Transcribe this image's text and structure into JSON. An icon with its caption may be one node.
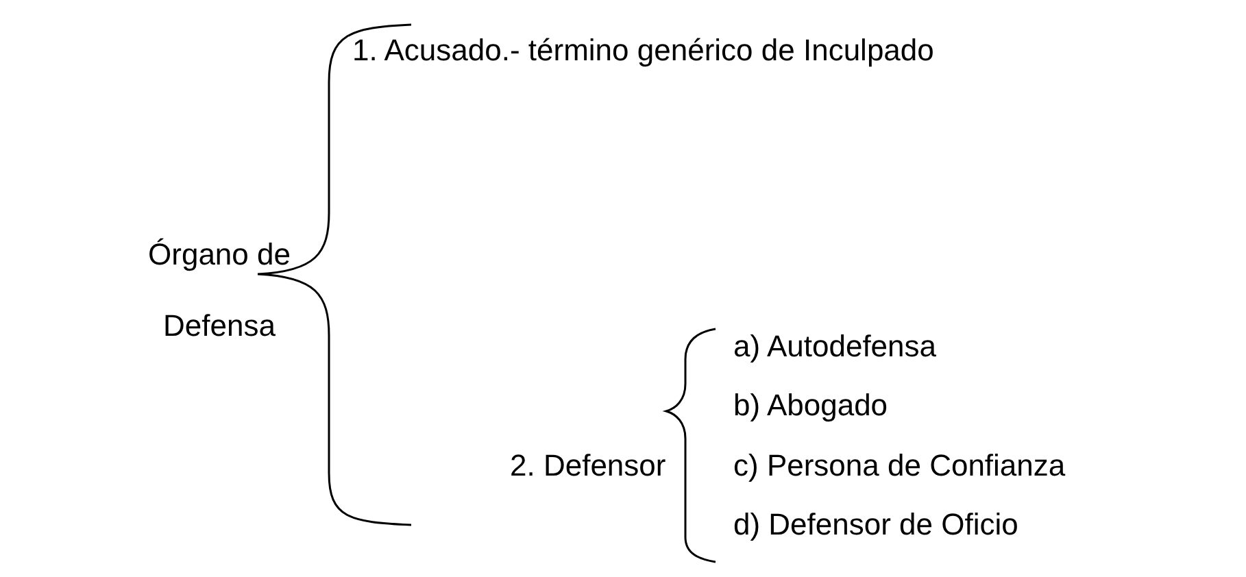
{
  "diagram": {
    "labels": [
      "1. Acusado.- término genérico de Inculpado",
      "Órgano de Defensa",
      "a) Autodefensa",
      "b) Abogado",
      "2. Defensor",
      "c) Persona de Confianza",
      "d) Defensor de Oficio"
    ]
  }
}
